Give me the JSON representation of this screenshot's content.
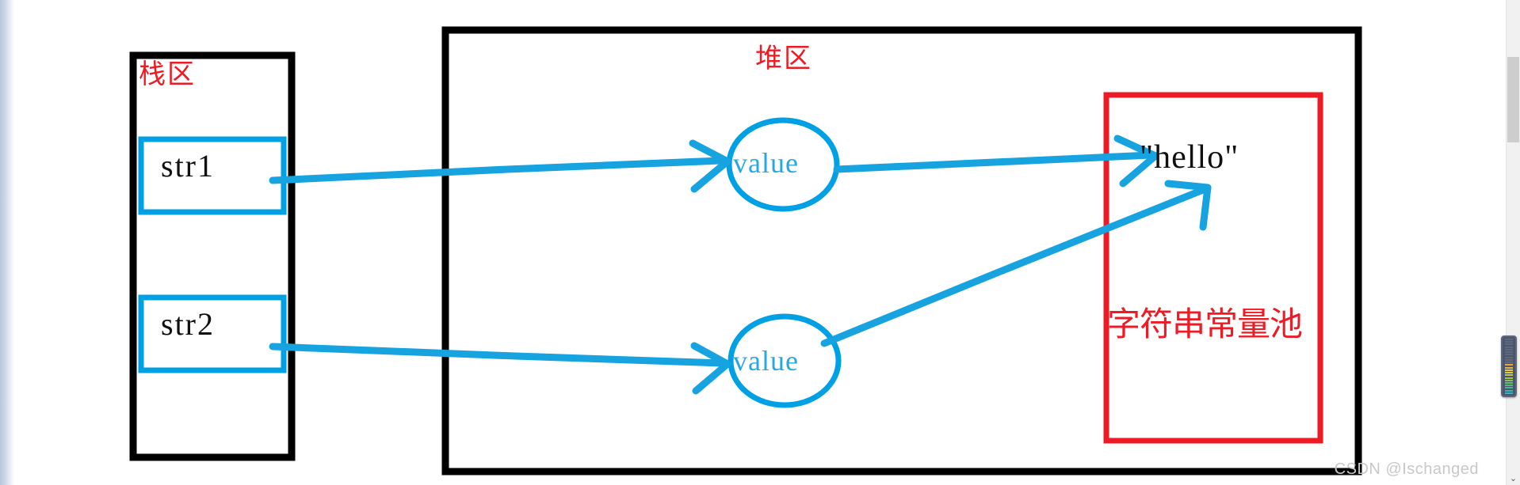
{
  "diagram": {
    "title_stack": "栈区",
    "title_heap": "堆区",
    "title_pool": "字符串常量池",
    "stack_vars": [
      {
        "label": "str1"
      },
      {
        "label": "str2"
      }
    ],
    "heap_objects": [
      {
        "label": "value"
      },
      {
        "label": "value"
      }
    ],
    "pool_literal": "\"hello\"",
    "colors": {
      "region_border": "#000000",
      "stack_var_border": "#00a0e4",
      "pool_border": "#ee1b24",
      "arrow": "#17a3e0",
      "cjk_label": "#ee1b24",
      "mono_text": "#101010"
    },
    "arrows": [
      {
        "from": "str1",
        "to": "value-1"
      },
      {
        "from": "value-1",
        "to": "hello"
      },
      {
        "from": "str2",
        "to": "value-2"
      },
      {
        "from": "value-2",
        "to": "hello"
      }
    ]
  },
  "watermark": {
    "text": "CSDN @Ischanged"
  },
  "scrollbar": {
    "down_arrow_glyph": "⌄"
  },
  "meter": {
    "segments": [
      "#5d6880",
      "#5d6880",
      "#5d6880",
      "#5d6880",
      "#5d6880",
      "#5d6880",
      "#5d6880",
      "#5d6880",
      "#5d6880",
      "#5d6880",
      "#e8a33d",
      "#e8b63d",
      "#e8c63d",
      "#d9cf40",
      "#bcc94a",
      "#9fc455",
      "#86c060",
      "#6cbb6b",
      "#54b680",
      "#45b49a",
      "#3fb3ad",
      "#3bb2bb"
    ]
  }
}
